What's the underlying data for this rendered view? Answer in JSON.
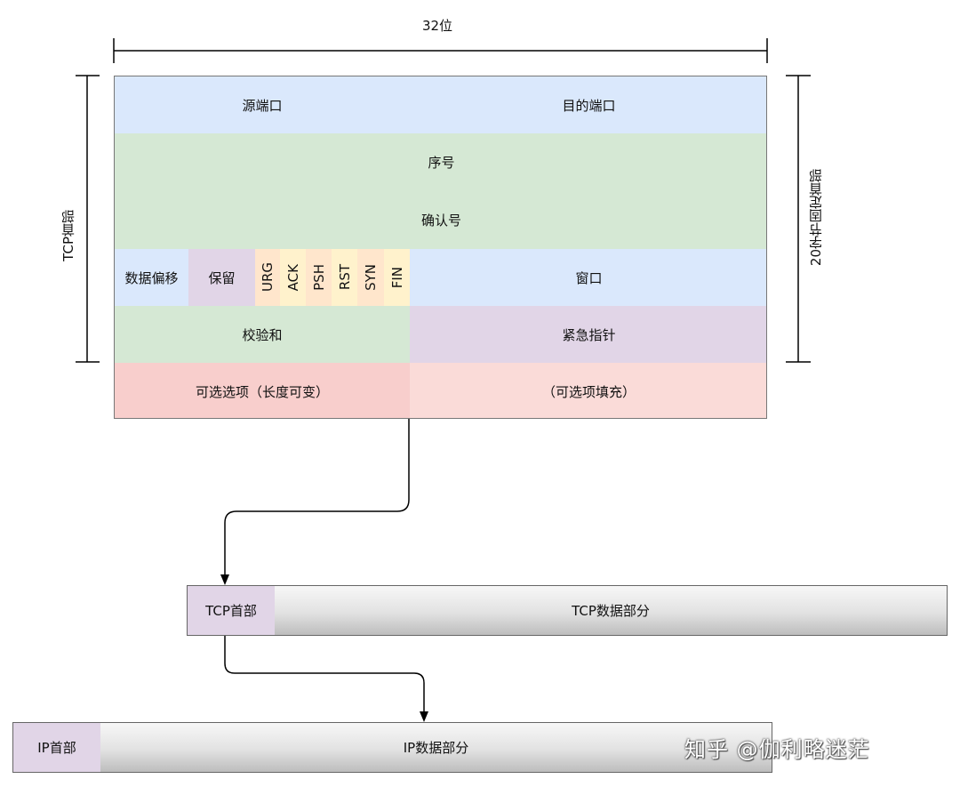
{
  "width_label": "32位",
  "tcp_header_label": "TCP首部",
  "fixed_header_label": "20字节固定首部",
  "colors": {
    "blue": "#dae8fc",
    "green": "#d5e8d4",
    "purple": "#e1d5e7",
    "flag_orange": "#ffe6cc",
    "flag_yellow": "#fff2cc",
    "red_dark": "#f8cecc",
    "red_light": "#fadbd8",
    "border": "#555555"
  },
  "fields": {
    "src_port": "源端口",
    "dst_port": "目的端口",
    "seq": "序号",
    "ack_num": "确认号",
    "data_offset": "数据偏移",
    "reserved": "保留",
    "flags": [
      "URG",
      "ACK",
      "PSH",
      "RST",
      "SYN",
      "FIN"
    ],
    "window": "窗口",
    "checksum": "校验和",
    "urgent_ptr": "紧急指针",
    "options": "可选选项（长度可变）",
    "padding": "（可选项填充）"
  },
  "tcp_segment": {
    "header": "TCP首部",
    "data": "TCP数据部分"
  },
  "ip_packet": {
    "header": "IP首部",
    "data": "IP数据部分"
  },
  "watermark": "知乎 @伽利略迷茫"
}
